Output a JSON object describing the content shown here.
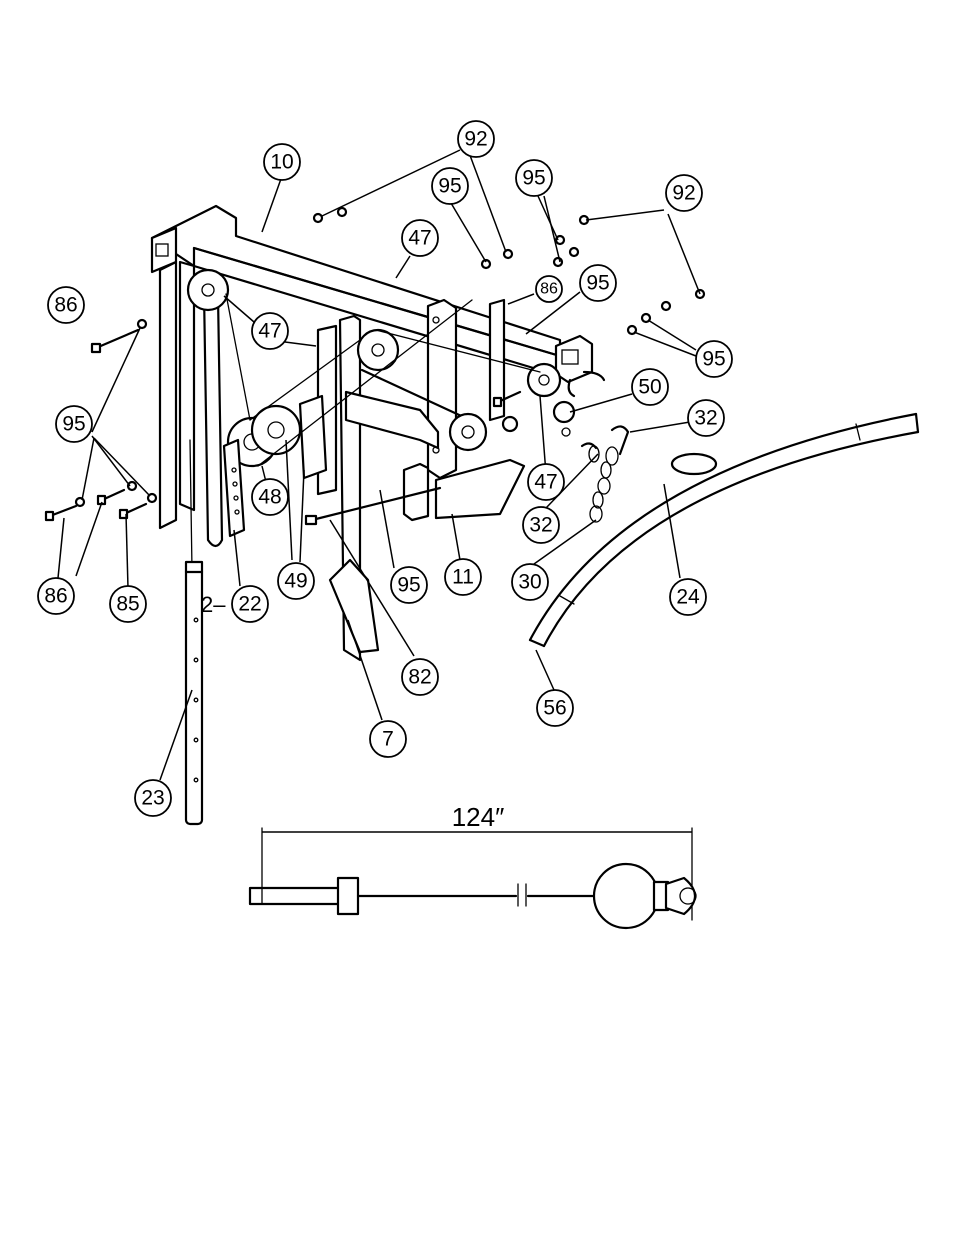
{
  "callouts": {
    "c10": "10",
    "c92a": "92",
    "c95a": "95",
    "c95b": "95",
    "c92b": "92",
    "c47a": "47",
    "c86a": "86",
    "c47b": "47",
    "c86b": "86",
    "c95c": "95",
    "c95d": "95",
    "c50": "50",
    "c32a": "32",
    "c95e": "95",
    "c47c": "47",
    "c48": "48",
    "c32b": "32",
    "c86c": "86",
    "c85": "85",
    "c22": "22",
    "c49": "49",
    "c95f": "95",
    "c11": "11",
    "c30": "30",
    "c24": "24",
    "c82": "82",
    "c56": "56",
    "c7": "7",
    "c23": "23"
  },
  "labels": {
    "qty_prefix": "2–",
    "cable_length": "124″"
  }
}
